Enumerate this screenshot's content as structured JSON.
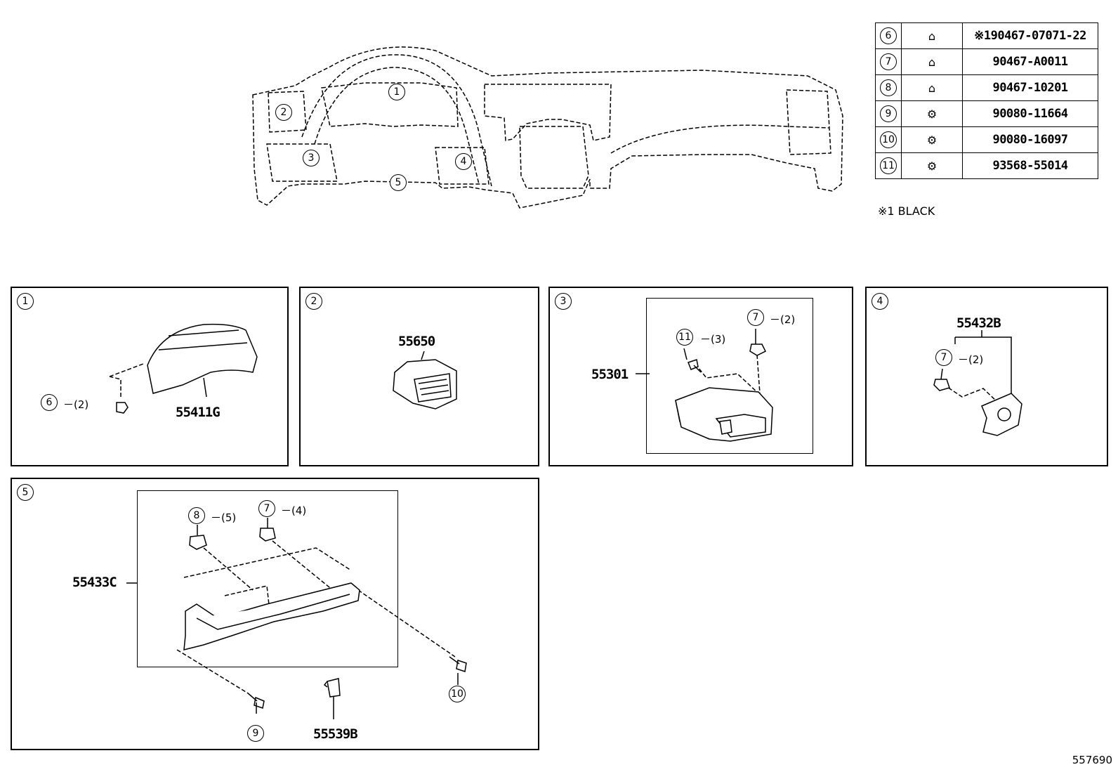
{
  "overview": {
    "callouts": [
      "1",
      "2",
      "3",
      "4",
      "5"
    ]
  },
  "parts_table": {
    "rows": [
      {
        "ref": "6",
        "icon": "clip-icon",
        "prefix": "※1",
        "part": "90467-07071-22"
      },
      {
        "ref": "7",
        "icon": "clip-icon",
        "prefix": "",
        "part": "90467-A0011"
      },
      {
        "ref": "8",
        "icon": "clip-icon",
        "prefix": "",
        "part": "90467-10201"
      },
      {
        "ref": "9",
        "icon": "screw-icon",
        "prefix": "",
        "part": "90080-11664"
      },
      {
        "ref": "10",
        "icon": "screw-icon",
        "prefix": "",
        "part": "90080-16097"
      },
      {
        "ref": "11",
        "icon": "screw-icon",
        "prefix": "",
        "part": "93568-55014"
      }
    ]
  },
  "legend_note": "※1 BLACK",
  "panels": {
    "p1": {
      "num": "1",
      "part": "55411G",
      "clip_ref": "6",
      "clip_qty": "(2)"
    },
    "p2": {
      "num": "2",
      "part": "55650"
    },
    "p3": {
      "num": "3",
      "part": "55301",
      "screw_ref": "11",
      "screw_qty": "(3)",
      "clip_ref": "7",
      "clip_qty": "(2)"
    },
    "p4": {
      "num": "4",
      "part": "55432B",
      "clip_ref": "7",
      "clip_qty": "(2)"
    },
    "p5": {
      "num": "5",
      "part": "55433C",
      "clip8_ref": "8",
      "clip8_qty": "(5)",
      "clip7_ref": "7",
      "clip7_qty": "(4)",
      "screw9_ref": "9",
      "screw10_ref": "10",
      "bracket_part": "55539B"
    }
  },
  "dash_symbol": "－",
  "diagram_id": "557690"
}
